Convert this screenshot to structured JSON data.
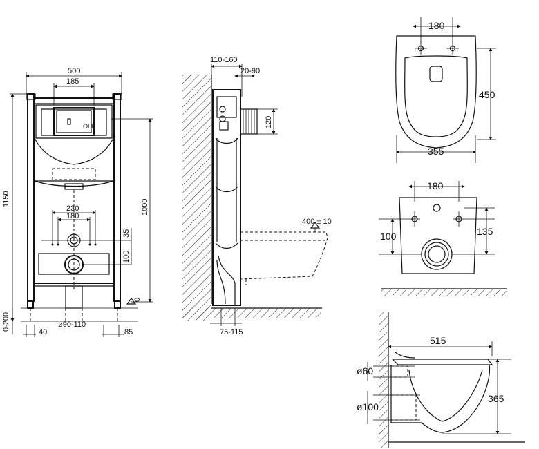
{
  "front_view": {
    "width": "500",
    "top_span": "185",
    "height_total": "1150",
    "height_frame": "1000",
    "span_230": "230",
    "span_180": "180",
    "dim_35": "35",
    "dim_100": "100",
    "zero": "0",
    "leg_adjust": "0-200",
    "leg_width": "40",
    "drain_dia": "ø90-110",
    "offset_85": "85",
    "plate_badge": "OLI"
  },
  "side_view": {
    "depth": "110-160",
    "stud": "20-90",
    "height_120": "120",
    "seat_height": "400 ± 10",
    "bottom_offset": "75-115"
  },
  "top_view": {
    "hole_spacing": "180",
    "length": "450",
    "width": "355"
  },
  "back_view": {
    "hole_spacing": "180",
    "left_dim": "100",
    "right_dim": "135"
  },
  "profile_view": {
    "length": "515",
    "inlet_dia": "ø60",
    "outlet_dia": "ø100",
    "height": "365"
  }
}
